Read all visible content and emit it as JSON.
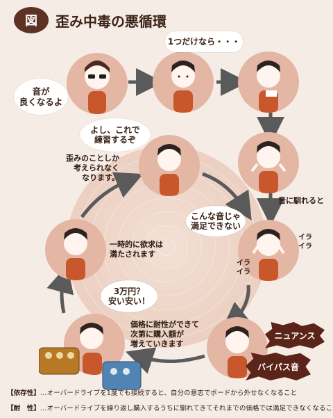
{
  "header": {
    "badge": "図",
    "title": "歪み中毒の悪循環"
  },
  "bubbles": {
    "sound_better": "音が\n良くなるよ",
    "just_one": "1つだけなら・・・",
    "lets_practice": "よし、これで\n練習するぞ",
    "not_satisfied": "こんな音じゃ\n満足できない",
    "cheap": "3万円？\n安い安い！"
  },
  "labels": {
    "only_distortion": "歪みのことしか\n考えられなく\nなります。",
    "used_to_sound": "音に馴れると",
    "temporary": "一時的に欲求は\n満たされます",
    "price_tolerance": "価格に耐性ができて\n次第に購入額が\n増えていきます",
    "ira1": "イラ\nイラ",
    "ira2": "イラ\nイラ"
  },
  "stickers": {
    "nuance": "ニュアンス",
    "bypass": "バイパス音"
  },
  "footer": {
    "line1_key": "【依存性】",
    "line1_text": "…オーバードライブを1度でも接続すると、自分の意志でボードから外せなくなること",
    "line2_key": "【耐　性】",
    "line2_text": "…オーバードライブを繰り返し購入するうちに馴れてきてそれまでの価格では満足できなくなること"
  },
  "colors": {
    "brown": "#5d3224",
    "accent": "#cf5a2b",
    "sticker": "#5a2418"
  }
}
